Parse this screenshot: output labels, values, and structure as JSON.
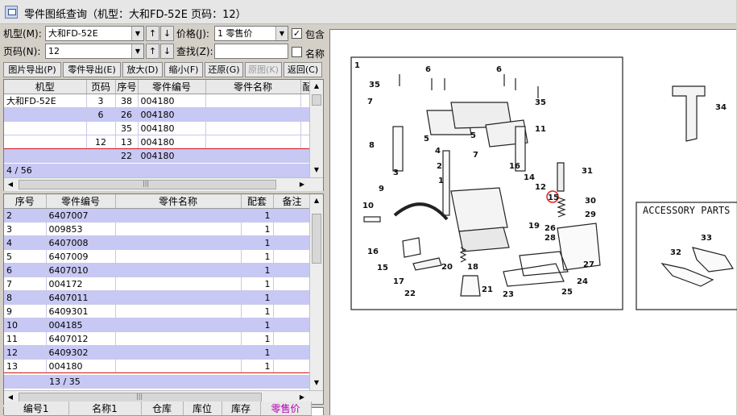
{
  "window": {
    "title": "零件图纸查询（机型：大和FD-52E 页码：12）"
  },
  "filters": {
    "model_label": "机型(M):",
    "model_value": "大和FD-52E",
    "page_label": "页码(N):",
    "page_value": "12",
    "price_label": "价格(J):",
    "price_value": "1    零售价",
    "search_label": "查找(Z):",
    "search_value": "",
    "include_label": "包含",
    "include_checked": "✓",
    "name_label": "名称",
    "up_arrow": "↑",
    "down_arrow": "↓"
  },
  "toolbar": {
    "export_image": "图片导出(P)",
    "export_parts": "零件导出(E)",
    "zoom_in": "放大(D)",
    "zoom_out": "缩小(F)",
    "restore": "还原(G)",
    "original": "原图(K)",
    "back": "返回(C)"
  },
  "top_grid": {
    "columns": [
      "机型",
      "页码",
      "序号",
      "零件编号",
      "零件名称",
      "配"
    ],
    "rows": [
      [
        "大和FD-52E",
        "3",
        "38",
        "004180",
        "",
        ""
      ],
      [
        "",
        "6",
        "26",
        "004180",
        "",
        ""
      ],
      [
        "",
        "",
        "35",
        "004180",
        "",
        ""
      ],
      [
        "",
        "12",
        "13",
        "004180",
        "",
        ""
      ],
      [
        "",
        "",
        "22",
        "004180",
        "",
        ""
      ]
    ],
    "status": "4 / 56"
  },
  "bottom_grid": {
    "columns": [
      "序号",
      "零件编号",
      "零件名称",
      "配套",
      "备注"
    ],
    "rows": [
      [
        "2",
        "6407007",
        "",
        "1",
        ""
      ],
      [
        "3",
        "009853",
        "",
        "1",
        ""
      ],
      [
        "4",
        "6407008",
        "",
        "1",
        ""
      ],
      [
        "5",
        "6407009",
        "",
        "1",
        ""
      ],
      [
        "6",
        "6407010",
        "",
        "1",
        ""
      ],
      [
        "7",
        "004172",
        "",
        "1",
        ""
      ],
      [
        "8",
        "6407011",
        "",
        "1",
        ""
      ],
      [
        "9",
        "6409301",
        "",
        "1",
        ""
      ],
      [
        "10",
        "004185",
        "",
        "1",
        ""
      ],
      [
        "11",
        "6407012",
        "",
        "1",
        ""
      ],
      [
        "12",
        "6409302",
        "",
        "1",
        ""
      ],
      [
        "13",
        "004180",
        "",
        "1",
        ""
      ]
    ],
    "status": "13 / 35"
  },
  "stock_grid": {
    "columns": [
      "编号1",
      "名称1",
      "仓库",
      "库位",
      "库存",
      "零售价"
    ]
  },
  "diagram": {
    "page_number": "1",
    "accessory_title": "ACCESSORY PARTS",
    "callouts": [
      "35",
      "6",
      "6",
      "7",
      "5",
      "4",
      "5",
      "7",
      "35",
      "11",
      "8",
      "3",
      "2",
      "1",
      "16",
      "14",
      "12",
      "15",
      "31",
      "30",
      "29",
      "10",
      "9",
      "26",
      "28",
      "27",
      "19",
      "16",
      "15",
      "18",
      "20",
      "17",
      "22",
      "21",
      "23",
      "25",
      "24",
      "34",
      "32",
      "33"
    ],
    "highlighted_callout": "15"
  },
  "colors": {
    "row_alt": "#c8c8f5",
    "selected_border": "#d01818",
    "highlight_circle": "#e02020"
  }
}
